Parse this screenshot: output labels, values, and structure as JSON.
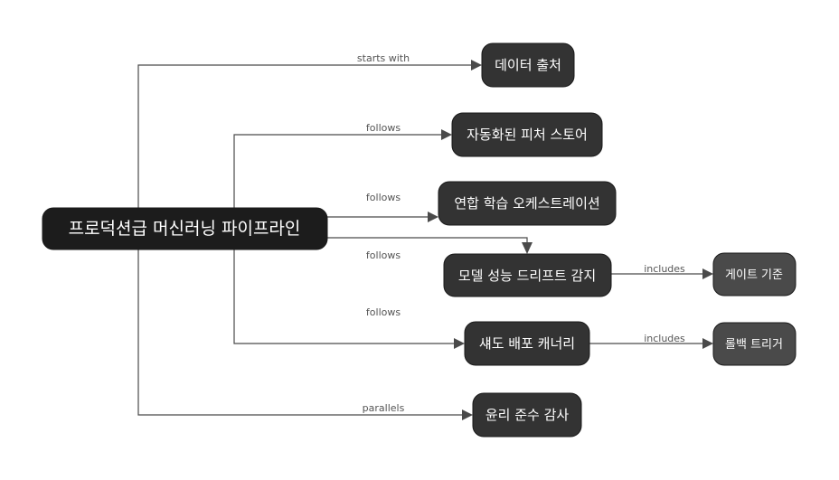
{
  "nodes": {
    "root": "프로덕션급 머신러닝 파이프라인",
    "data_source": "데이터 출처",
    "feature_store": "자동화된 피처 스토어",
    "federated": "연합 학습 오케스트레이션",
    "drift": "모델 성능 드리프트 감지",
    "shadow": "섀도 배포 캐너리",
    "ethics": "윤리 준수 감사",
    "gate": "게이트 기준",
    "rollback": "롤백 트리거"
  },
  "edges": {
    "starts_with": "starts with",
    "follows_1": "follows",
    "follows_2": "follows",
    "follows_3": "follows",
    "follows_4": "follows",
    "parallels": "parallels",
    "includes_1": "includes",
    "includes_2": "includes"
  },
  "colors": {
    "root_fill": "#1c1c1c",
    "node_fill": "#333333",
    "leaf_fill": "#4a4a4a",
    "edge": "#4a4a4a"
  }
}
